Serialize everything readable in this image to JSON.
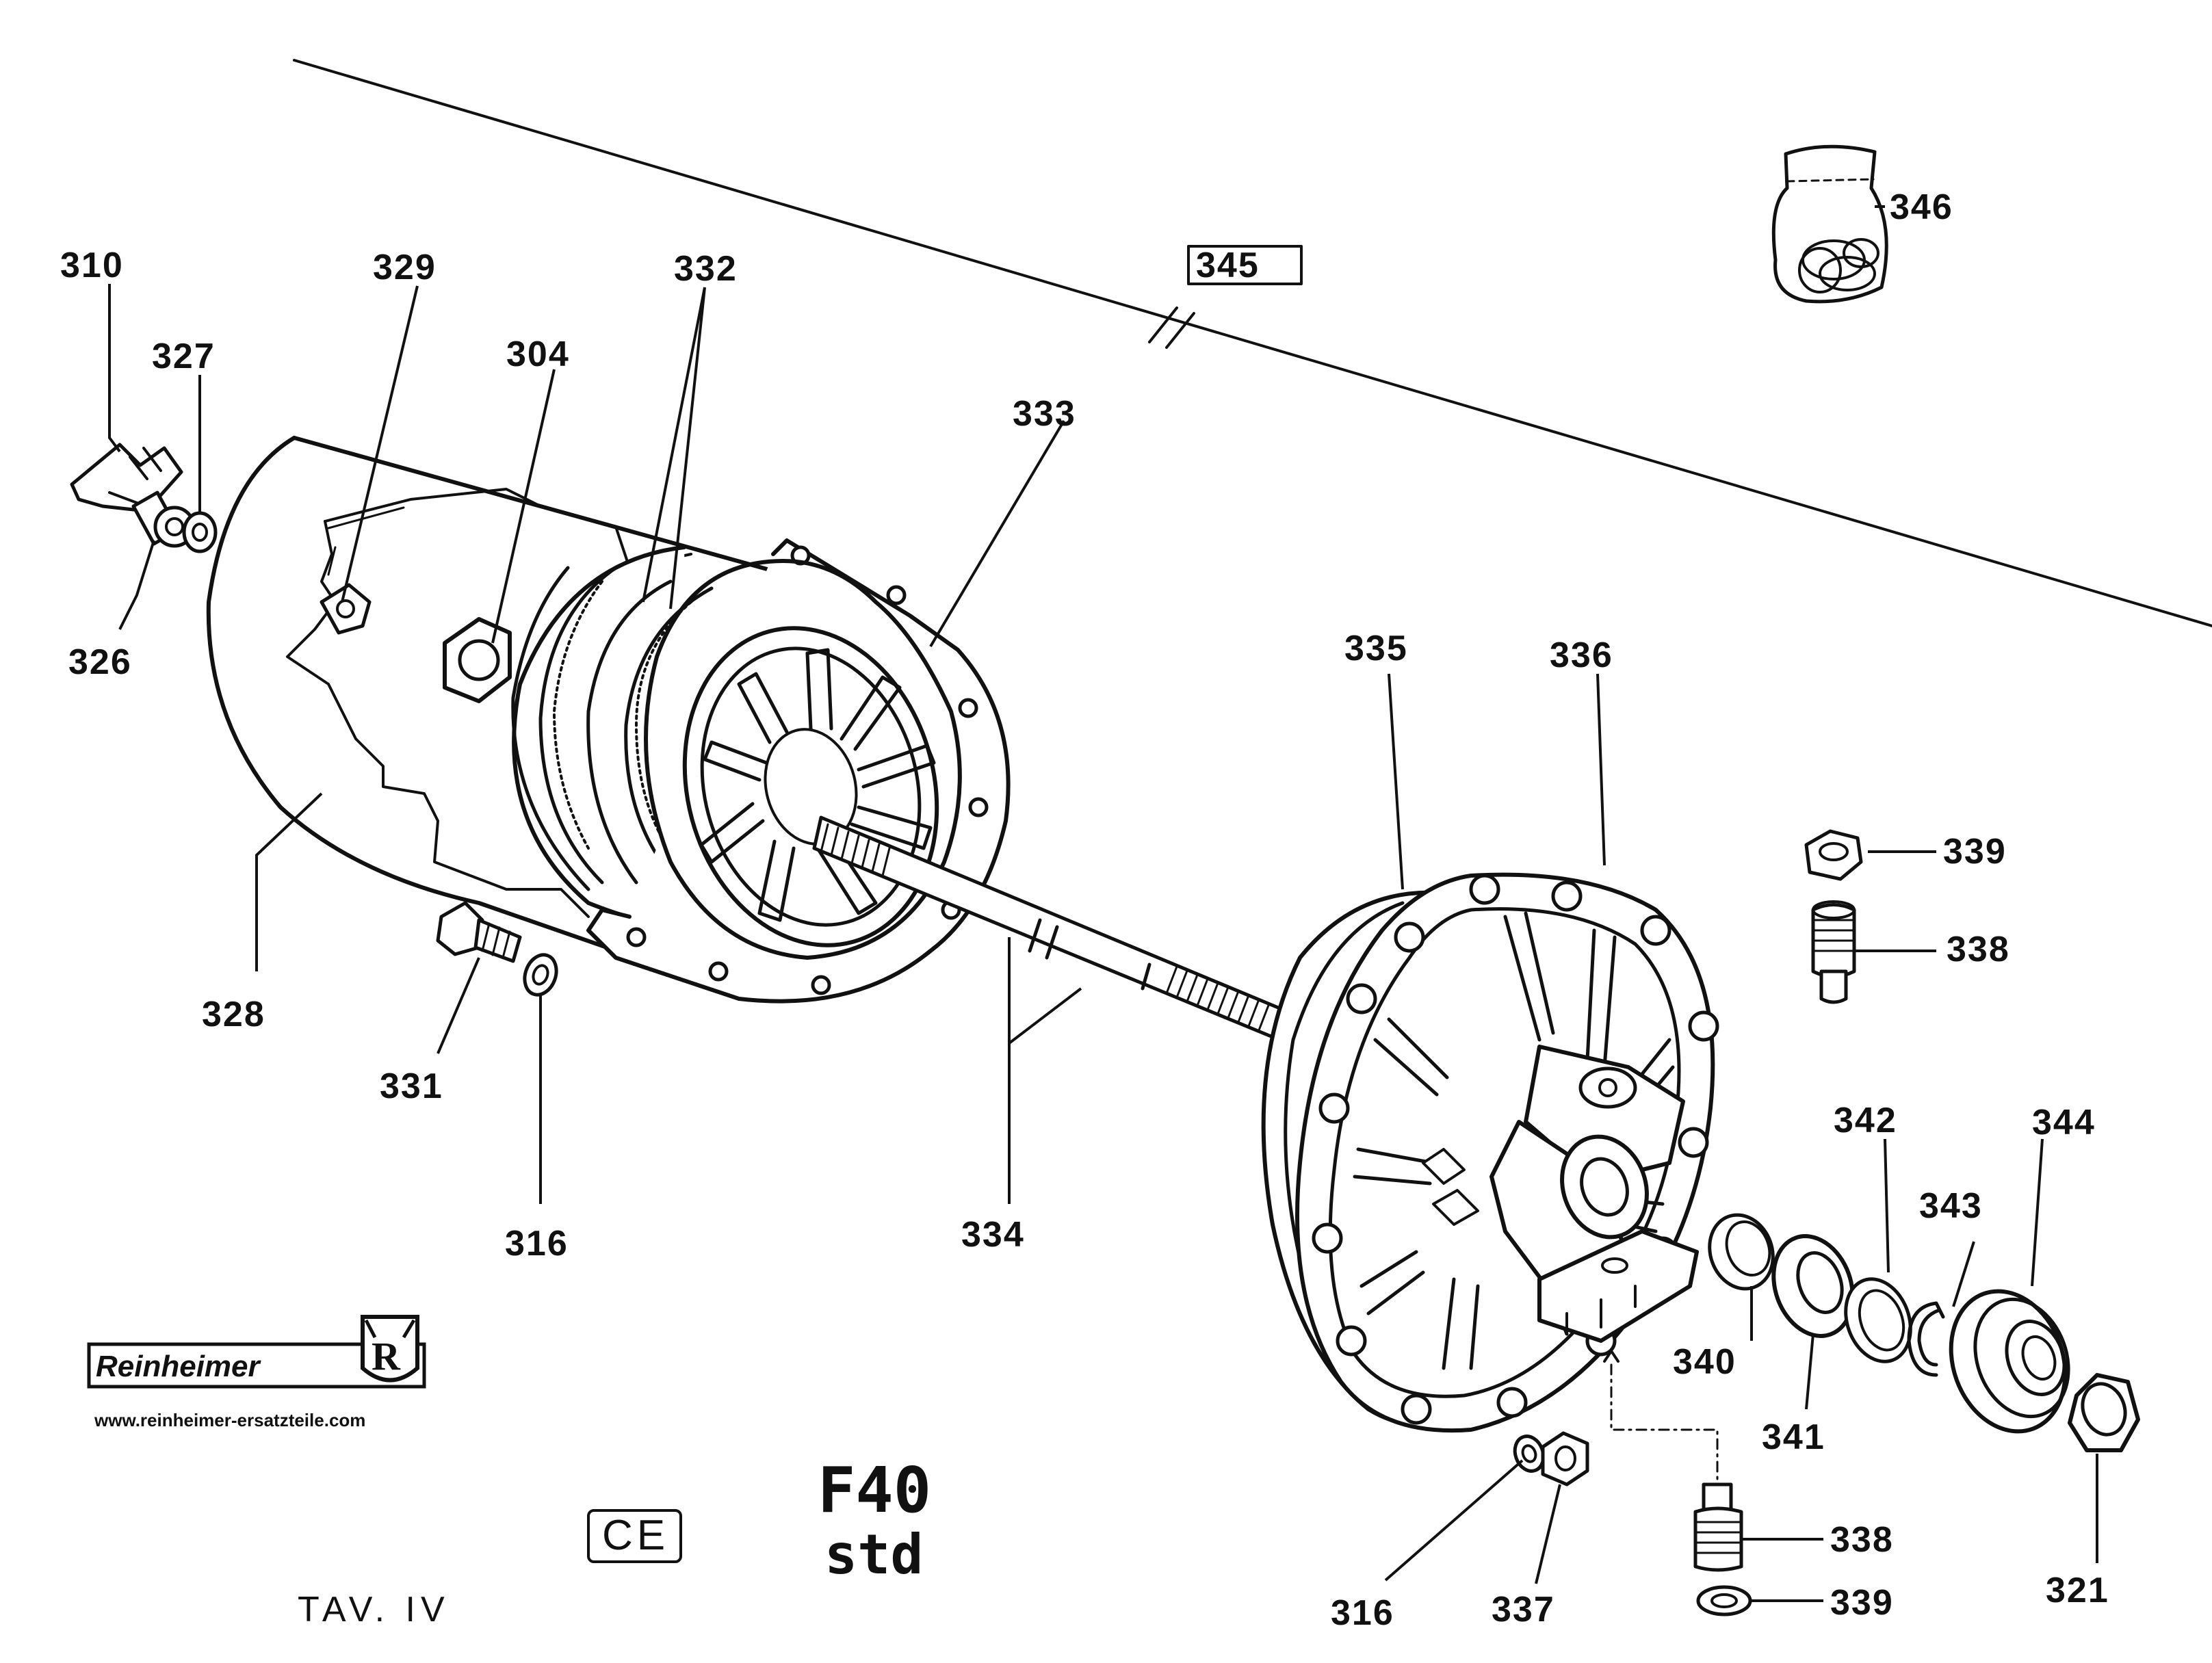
{
  "labels": {
    "p310": "310",
    "p327": "327",
    "p326": "326",
    "p329": "329",
    "p332": "332",
    "p304": "304",
    "p333": "333",
    "p345": "345",
    "p346": "346",
    "p328": "328",
    "p331": "331",
    "p316a": "316",
    "p334": "334",
    "p335": "335",
    "p336": "336",
    "p339a": "339",
    "p338a": "338",
    "p342": "342",
    "p344": "344",
    "p343": "343",
    "p340": "340",
    "p341": "341",
    "p321": "321",
    "p316b": "316",
    "p337": "337",
    "p338b": "338",
    "p339b": "339"
  },
  "brand": {
    "name": "Reinheimer",
    "mark": "R",
    "url": "www.reinheimer-ersatzteile.com"
  },
  "ce_mark": "CE",
  "model": {
    "line1": "F40",
    "line2": "std"
  },
  "plate": "TAV. IV"
}
